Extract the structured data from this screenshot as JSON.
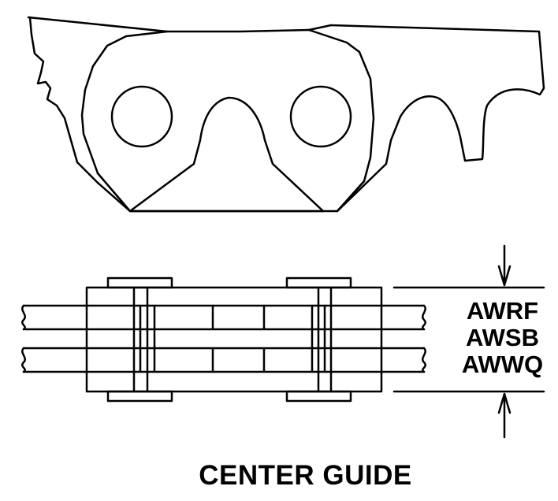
{
  "figure": {
    "caption": "CENTER GUIDE",
    "dimension_labels": [
      "AWRF",
      "AWSB",
      "AWWQ"
    ]
  },
  "colors": {
    "stroke": "#000000",
    "background": "#ffffff"
  }
}
